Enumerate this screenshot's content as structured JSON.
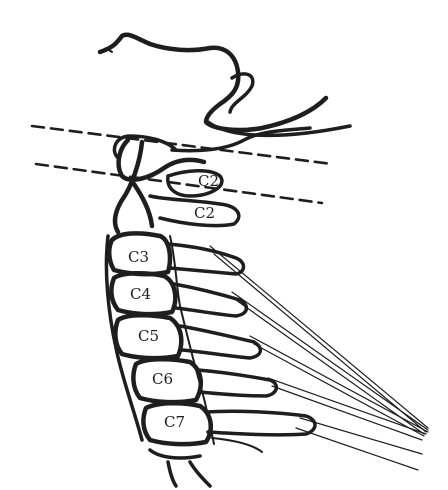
{
  "colors": {
    "ink": "#1e1e1e",
    "background": "#ffffff"
  },
  "vertebrae": [
    {
      "id": "c2",
      "label": "C2"
    },
    {
      "id": "c2b",
      "label": "C2"
    },
    {
      "id": "c3",
      "label": "C3"
    },
    {
      "id": "c4",
      "label": "C4"
    },
    {
      "id": "c5",
      "label": "C5"
    },
    {
      "id": "c6",
      "label": "C6"
    },
    {
      "id": "c7",
      "label": "C7"
    }
  ]
}
